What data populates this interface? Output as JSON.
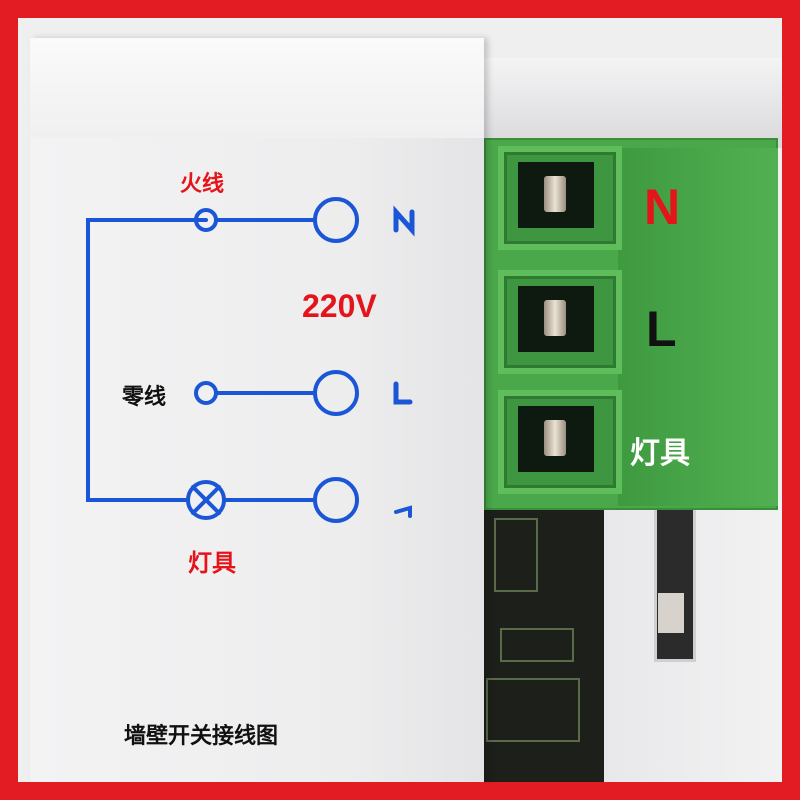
{
  "diagram": {
    "live_label": "火线",
    "voltage_label": "220V",
    "neutral_label": "零线",
    "lamp_label": "灯具",
    "caption": "墙壁开关接线图",
    "terminal_marks": [
      "N",
      "L",
      "1"
    ]
  },
  "terminal_block": {
    "labels": [
      "N",
      "L",
      "灯具"
    ]
  },
  "colors": {
    "border": "#e31b23",
    "diagram_line": "#1a56d6",
    "label_red": "#e4141b",
    "terminal_green": "#4aa84a"
  }
}
